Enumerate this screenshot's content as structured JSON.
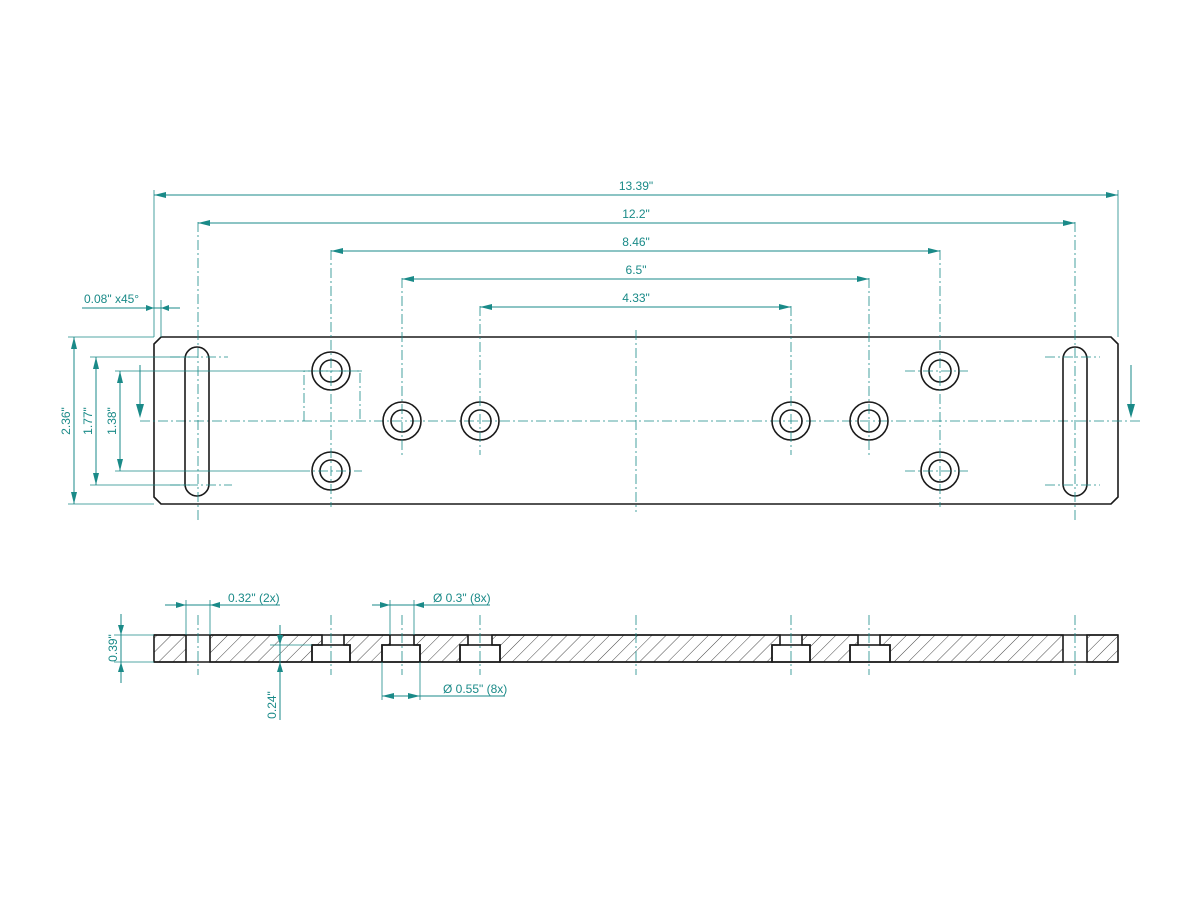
{
  "colors": {
    "dimension": "#1a8a88",
    "outline": "#1a1a1a",
    "background": "#ffffff"
  },
  "top_view": {
    "dimensions": {
      "overall_length": "13.39\"",
      "slot_spacing": "12.2\"",
      "outer_hole_spacing": "8.46\"",
      "mid_hole_spacing": "6.5\"",
      "inner_hole_spacing": "4.33\"",
      "chamfer": "0.08\" x45°",
      "overall_width": "2.36\"",
      "slot_length": "1.77\"",
      "hole_row_spacing": "1.38\""
    }
  },
  "section_view": {
    "dimensions": {
      "slot_width": "0.32\" (2x)",
      "through_hole": "Ø 0.3\" (8x)",
      "counterbore": "Ø 0.55\" (8x)",
      "thickness": "0.39\"",
      "counterbore_depth": "0.24\""
    }
  }
}
